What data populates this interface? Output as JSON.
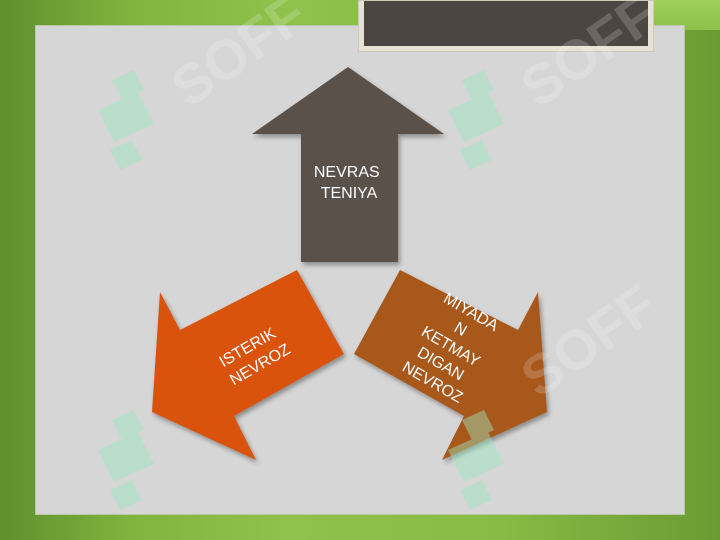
{
  "slide": {
    "arrows": [
      {
        "id": "up",
        "lines": [
          "NEVRAS",
          "TENIYA"
        ],
        "color": "#5a514b"
      },
      {
        "id": "left",
        "lines": [
          "ISTERIK",
          "NEVROZ"
        ],
        "color": "#d9530e"
      },
      {
        "id": "right",
        "lines": [
          "MIYADA",
          "N",
          "KETMAY",
          "DIGAN",
          "NEVROZ"
        ],
        "color": "#a9591a"
      }
    ],
    "watermark_text": "SOFF"
  }
}
